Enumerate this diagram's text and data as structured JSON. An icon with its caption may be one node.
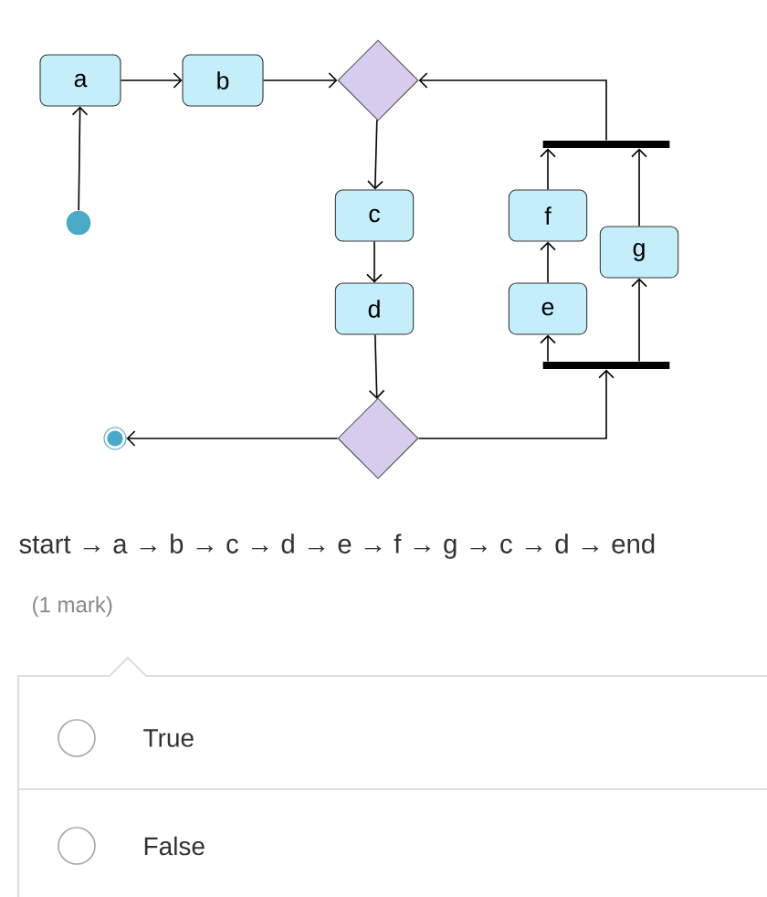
{
  "diagram": {
    "nodes": [
      {
        "text": [],
        "shape": "circle"
      },
      {
        "text": [
          "a"
        ]
      },
      {
        "text": [
          "b"
        ]
      },
      {
        "text": [],
        "shape": "diamond"
      },
      {
        "text": [
          "c"
        ]
      },
      {
        "text": [
          "d"
        ]
      },
      {
        "text": [],
        "shape": "diamond"
      },
      {
        "text": [],
        "shape": "circle"
      },
      {
        "text": [],
        "shape": "bar"
      },
      {
        "text": [
          "e"
        ]
      },
      {
        "text": [
          "f"
        ]
      },
      {
        "text": [
          "g"
        ]
      },
      {
        "text": [],
        "shape": "bar"
      }
    ],
    "edges": [
      {
        "from": 0,
        "to": 1,
        "arrow": "to"
      },
      {
        "from": 1,
        "to": 2,
        "arrow": "to"
      },
      {
        "from": 2,
        "to": 3,
        "arrow": "to"
      },
      {
        "from": 3,
        "to": 4,
        "arrow": "to"
      },
      {
        "from": 4,
        "to": 5,
        "arrow": "to"
      },
      {
        "from": 5,
        "to": 6,
        "arrow": "to"
      },
      {
        "from": 6,
        "to": 7,
        "arrow": "to"
      },
      {
        "from": 6,
        "to": 12,
        "arrow": "to"
      },
      {
        "from": 12,
        "to": 9,
        "arrow": "to"
      },
      {
        "from": 12,
        "to": 11,
        "arrow": "to"
      },
      {
        "from": 9,
        "to": 10,
        "arrow": "to"
      },
      {
        "from": 10,
        "to": 8,
        "arrow": "to"
      },
      {
        "from": 11,
        "to": 8,
        "arrow": "to"
      },
      {
        "from": 8,
        "to": 3,
        "arrow": "to"
      }
    ],
    "labels": [
      "start → a → b → c → d → e → f → g → c → d → end",
      "(1 mark)",
      "True",
      "False"
    ]
  }
}
